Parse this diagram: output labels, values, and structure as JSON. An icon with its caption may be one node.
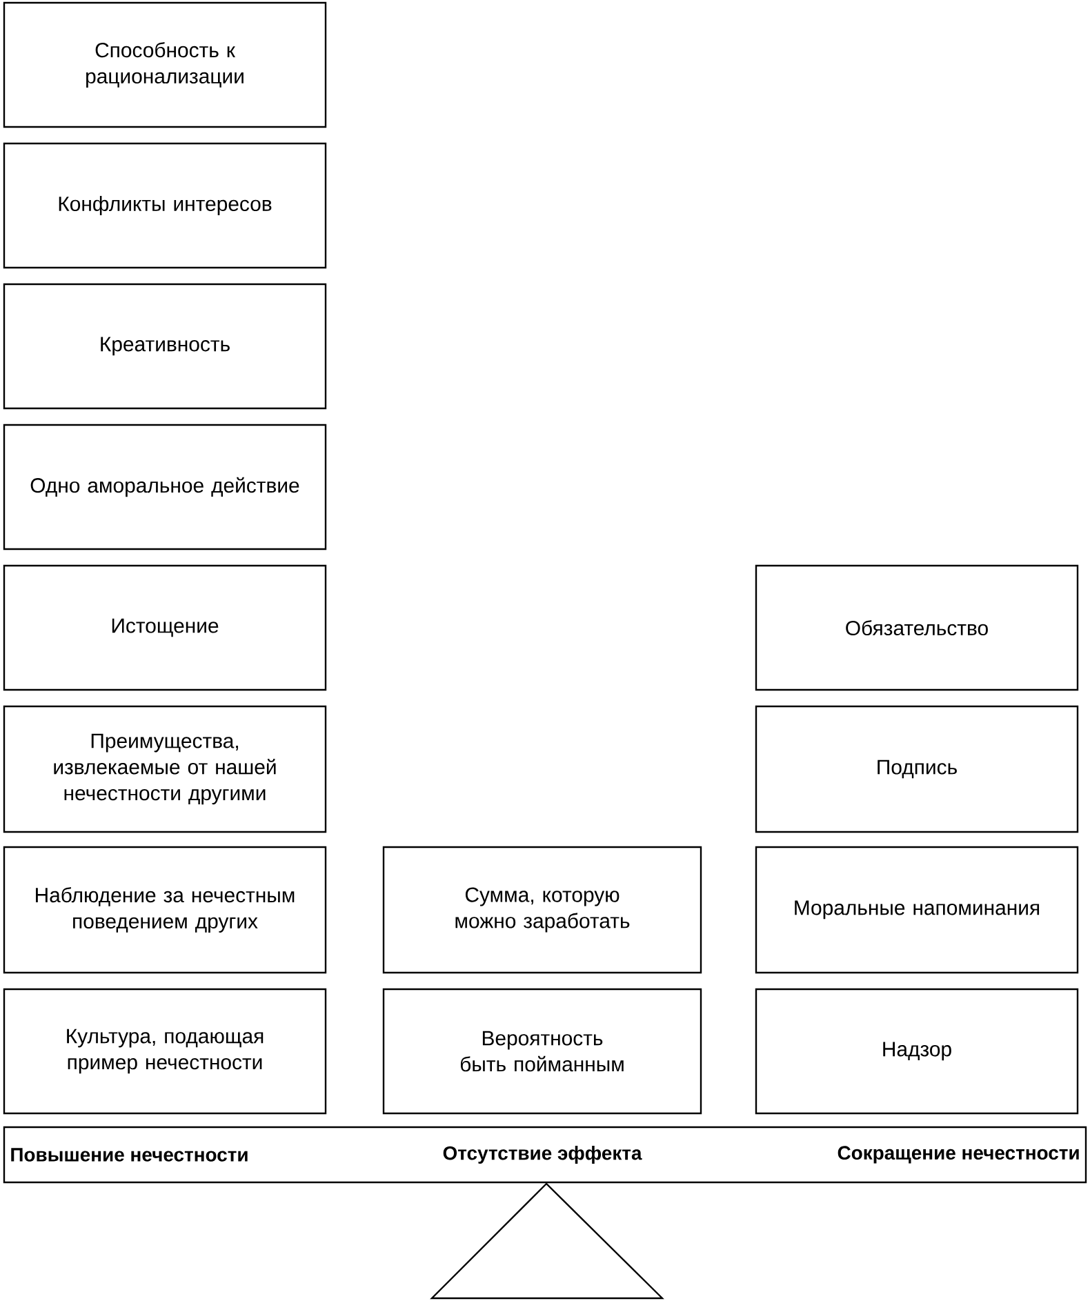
{
  "diagram": {
    "nodes": [
      {
        "text": [
          "Способность к рационализации"
        ]
      },
      {
        "text": [
          "Конфликты интересов"
        ]
      },
      {
        "text": [
          "Креативность"
        ]
      },
      {
        "text": [
          "Одно аморальное действие"
        ]
      },
      {
        "text": [
          "Истощение"
        ]
      },
      {
        "text": [
          "Преимущества, извлекаемые от нашей нечестности другими"
        ]
      },
      {
        "text": [
          "Наблюдение за нечестным поведением других"
        ]
      },
      {
        "text": [
          "Культура, подающая пример нечестности"
        ]
      },
      {
        "text": [
          "Сумма, которую можно заработать"
        ]
      },
      {
        "text": [
          "Вероятность быть пойманным"
        ]
      },
      {
        "text": [
          "Обязательство"
        ]
      },
      {
        "text": [
          "Подпись"
        ]
      },
      {
        "text": [
          "Моральные напоминания"
        ]
      },
      {
        "text": [
          "Надзор"
        ]
      },
      {
        "text": [
          "Повышение нечестности",
          "Отсутствие эффекта",
          "Сокращение нечестности"
        ]
      }
    ],
    "edges": []
  }
}
